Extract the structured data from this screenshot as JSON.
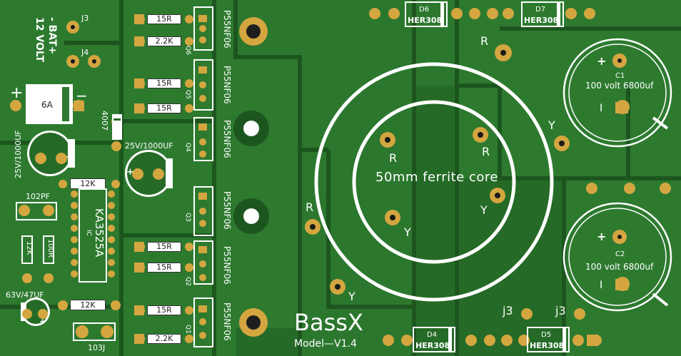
{
  "battery": {
    "label_line1": "- BAT+",
    "label_line2": "12 VOLT"
  },
  "jumpers": {
    "j3_top": "J3",
    "j4": "J4",
    "j3_b1": "j3",
    "j3_b2": "j3"
  },
  "fuse": {
    "value": "6A",
    "plus": "+",
    "minus": "−"
  },
  "diode_4007": "4007",
  "caps": {
    "c_25v_left": "25V/1000UF",
    "c_25v_mid": "25V/1000UF",
    "c_63v": "63V/47UF",
    "c_102": "102PF",
    "c_103": "103J",
    "c1_name": "C1",
    "c1_value": "100 volt 6800uf",
    "c2_name": "C2",
    "c2_value": "100 volt 6800uf",
    "plus": "+",
    "pin_mark": "I"
  },
  "resistors": {
    "r_15r": "15R",
    "r_22k": "2.2K",
    "r_12k": "12K",
    "r_100r": "100R"
  },
  "ic": {
    "name": "KA3525A",
    "tag": "IC"
  },
  "mosfets": {
    "part": "P55NF06",
    "q1": "Q1",
    "q2": "Q2",
    "q3": "Q3",
    "q4": "Q4",
    "q5": "Q5",
    "q6": "Q6"
  },
  "diodes": {
    "d4": "D4",
    "d5": "D5",
    "d6": "D6",
    "d7": "D7",
    "part": "HER308"
  },
  "transformer": {
    "core": "50mm ferrite core",
    "r": "R",
    "y": "Y"
  },
  "brand": {
    "name": "BassX",
    "model": "Model—V1.4"
  },
  "colors": {
    "board": "#256b27",
    "trace": "#2f7e31",
    "silk": "#ffffff",
    "pad": "#d4a640",
    "drill": "#1a1a1a"
  }
}
